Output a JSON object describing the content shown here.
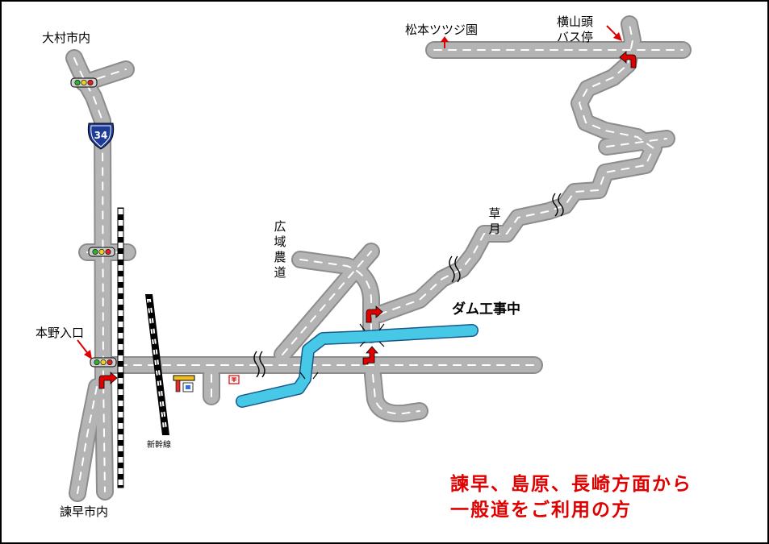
{
  "labels": {
    "omura": "大村市内",
    "isahaya_city": "諫早市内",
    "honno_iriguchi": "本野入口",
    "shinkansen": "新幹線",
    "kouiki_nodo": "広域農道",
    "kusa_tsuki": "草月",
    "dam_construction": "ダム工事中",
    "matsumoto_azalea": "松本ツツジ園",
    "yokoyamagashira_bus_line1": "横山頭",
    "yokoyamagashira_bus_line2": "バス停",
    "route_number": "34"
  },
  "note": {
    "line1": "諫早、島原、長崎方面から",
    "line2": "一般道をご利用の方"
  },
  "colors": {
    "road": "#b4b4b4",
    "road_edge": "#8c8c8c",
    "river": "#46c8e6",
    "route_sign": "#1e3c96",
    "arrow": "#e00000",
    "note": "#e00000"
  },
  "icons": [
    "traffic-light-icon",
    "route-sign-icon",
    "turn-arrow-icon",
    "gas-station-icon",
    "post-office-icon",
    "road-break-icon"
  ]
}
